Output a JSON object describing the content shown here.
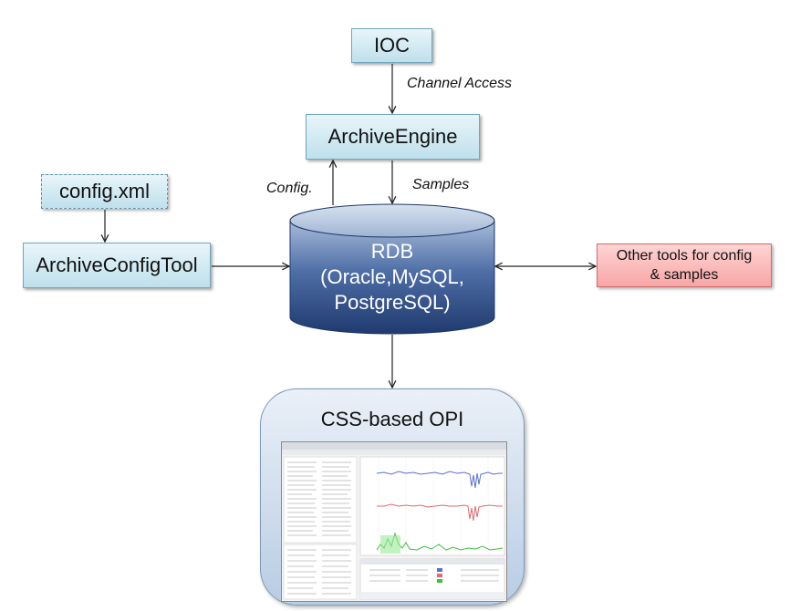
{
  "nodes": {
    "ioc": "IOC",
    "archive_engine": "ArchiveEngine",
    "config_xml": "config.xml",
    "archive_config_tool": "ArchiveConfigTool",
    "rdb": {
      "line1": "RDB",
      "line2": "(Oracle,MySQL,",
      "line3": "PostgreSQL)"
    },
    "other_tools": {
      "line1": "Other tools for config",
      "line2": "& samples"
    },
    "opi": "CSS-based OPI"
  },
  "edge_labels": {
    "channel_access": "Channel Access",
    "config": "Config.",
    "samples": "Samples"
  },
  "colors": {
    "blue_box": "#bfe0ec",
    "red_box": "#f7a6a6",
    "cylinder": "#2d4d86",
    "opi_panel": "#b8cce3"
  }
}
